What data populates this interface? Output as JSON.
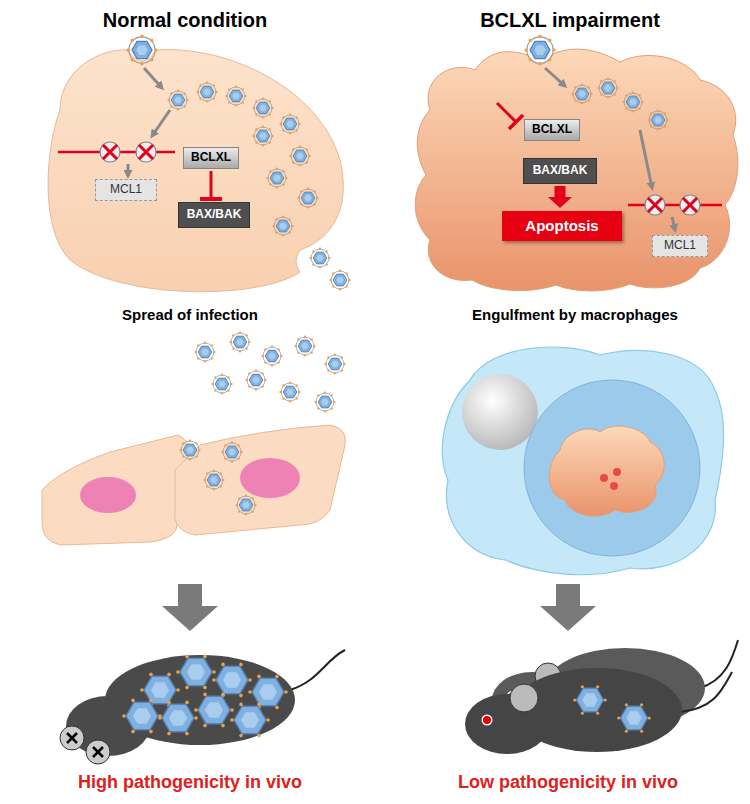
{
  "diagram": {
    "nodes": [
      {
        "text": [
          "BCLXL"
        ]
      },
      {
        "text": [
          "MCL1"
        ]
      },
      {
        "text": [
          "BAX/BAK"
        ]
      },
      {
        "text": [
          "BCLXL"
        ]
      },
      {
        "text": [
          "BAX/BAK"
        ]
      },
      {
        "text": [
          "Apoptosis"
        ]
      },
      {
        "text": [
          "MCL1"
        ]
      }
    ],
    "edges": [
      {
        "from": 0,
        "to": 2,
        "arrow": "to"
      },
      {
        "from": 4,
        "to": 5,
        "arrow": "to"
      }
    ],
    "labels": [
      "Normal condition",
      "BCLXL impairment",
      "Spread of infection",
      "Engulfment by macrophages",
      "High pathogenicity in vivo",
      "Low pathogenicity in vivo"
    ]
  }
}
